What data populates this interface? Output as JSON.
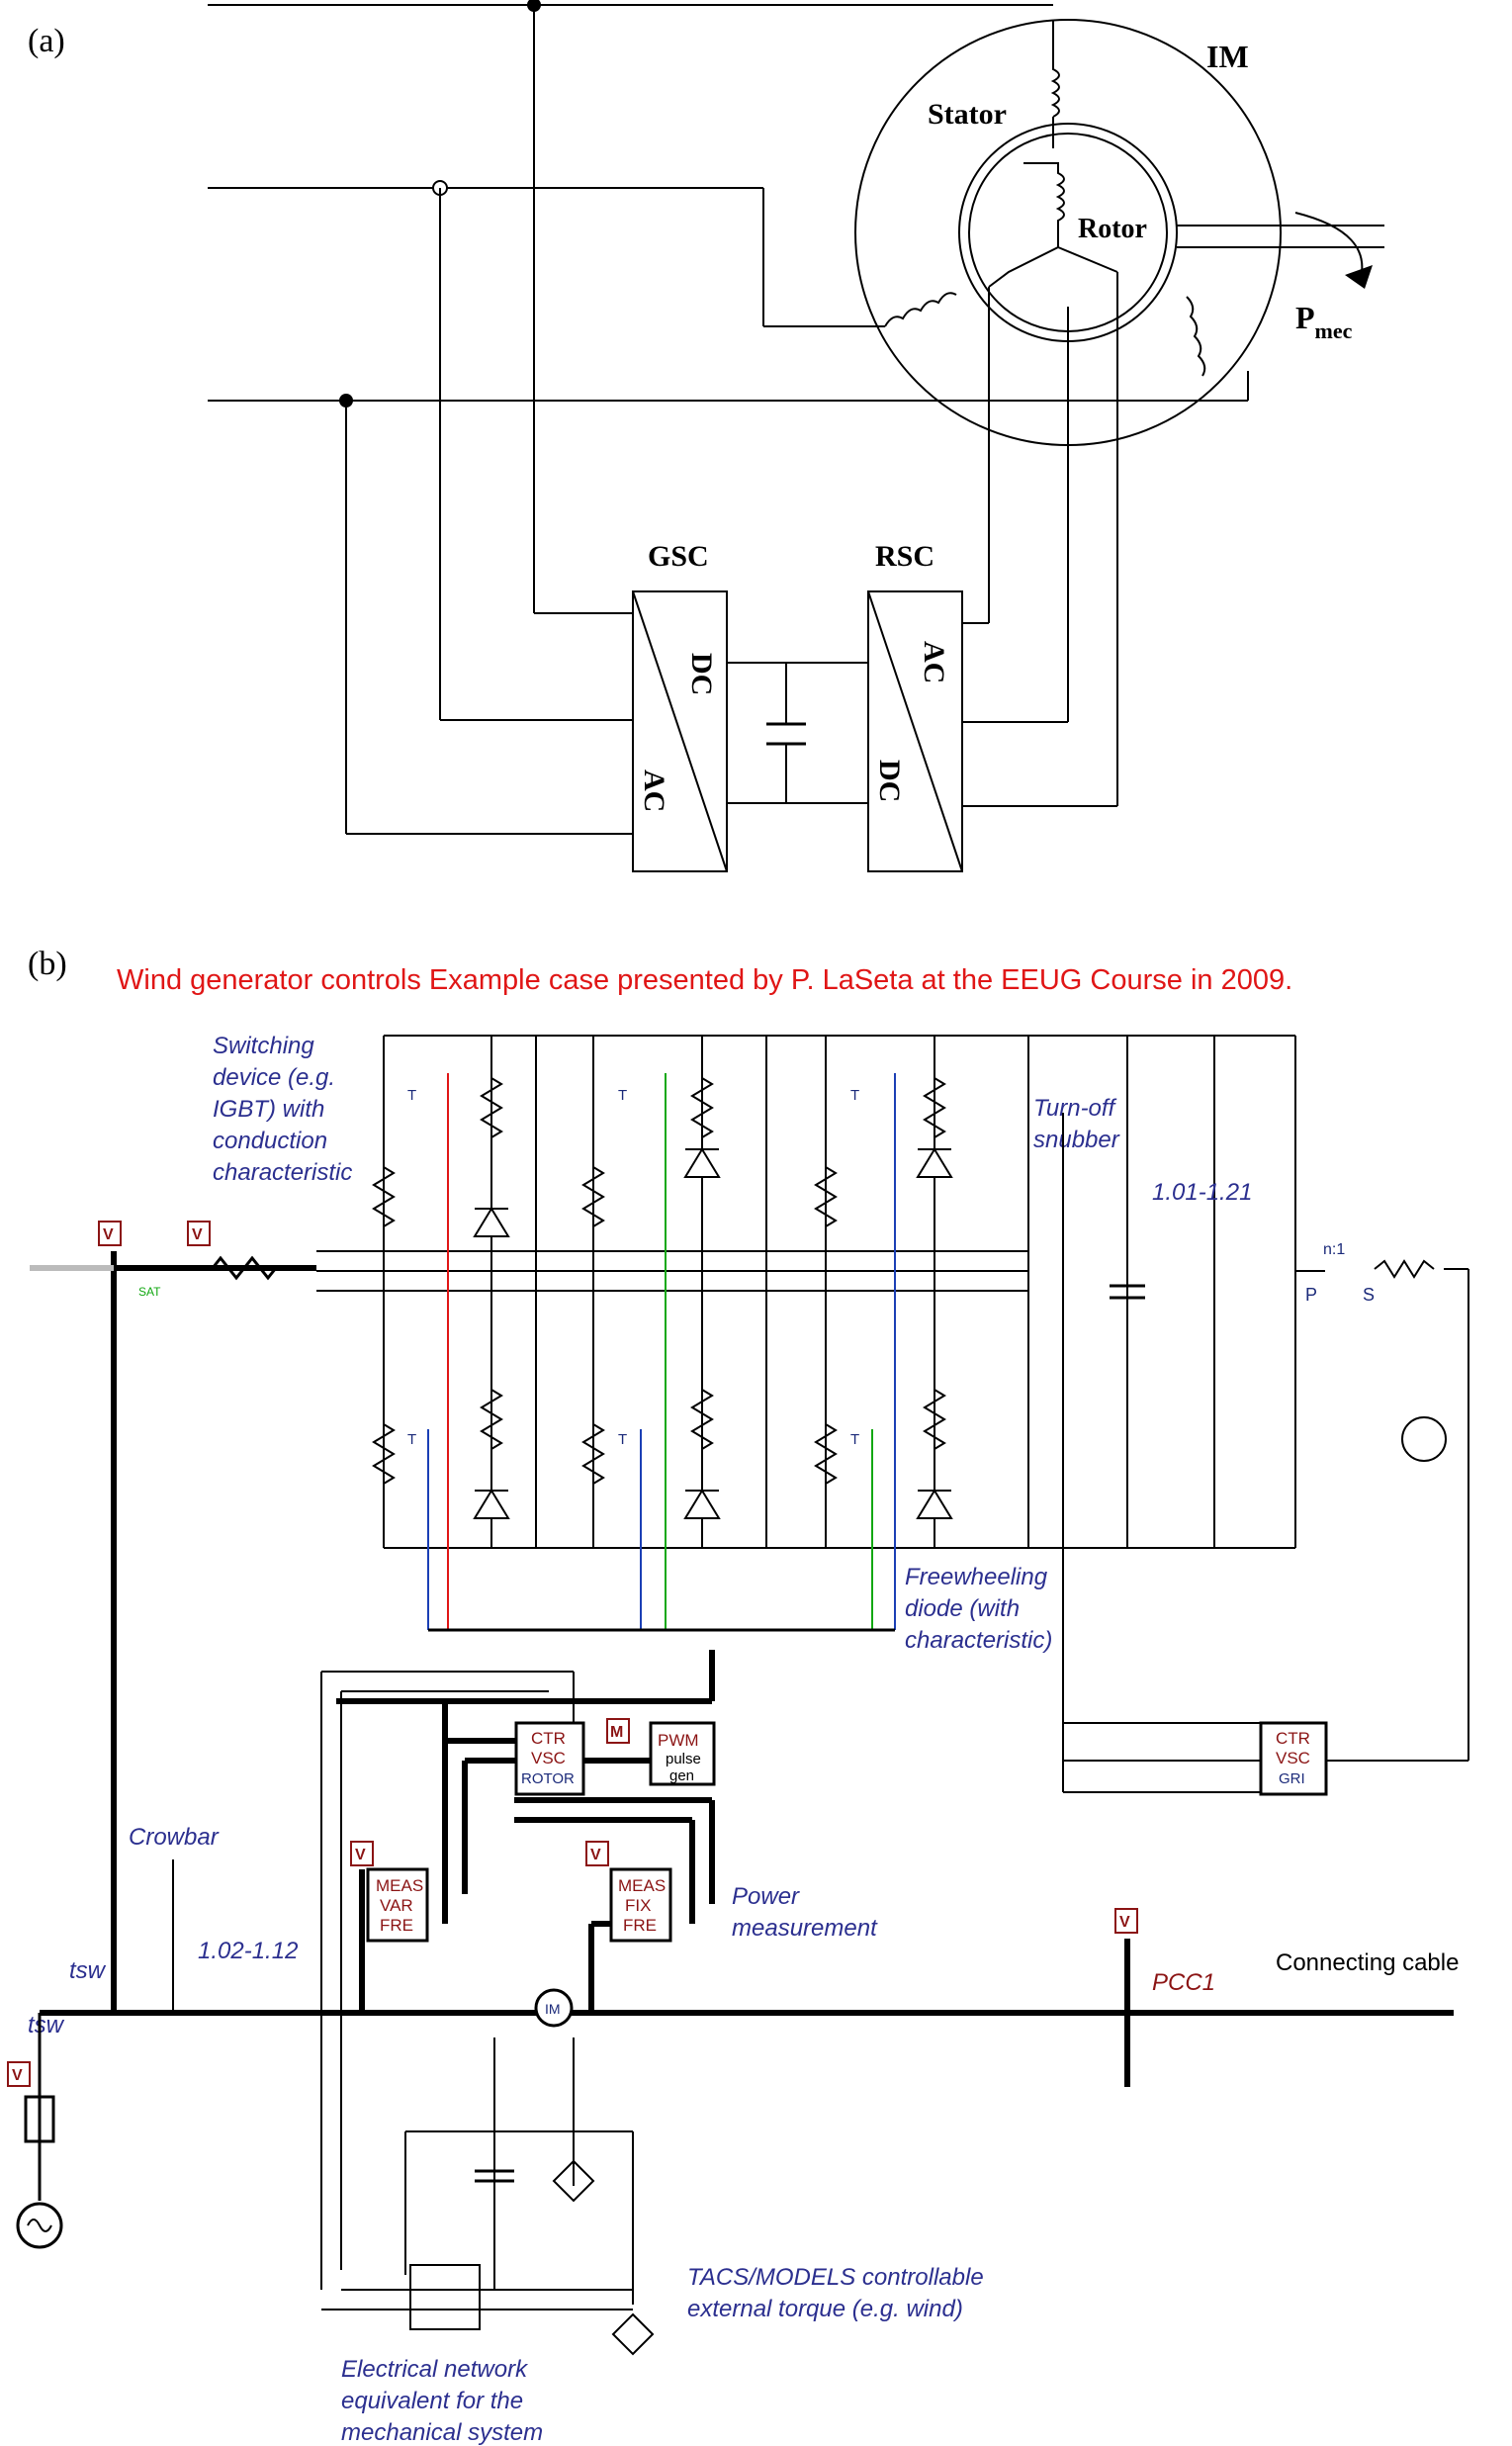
{
  "panel_a": {
    "label": "(a)",
    "im": "IM",
    "stator": "Stator",
    "rotor": "Rotor",
    "pmec_main": "P",
    "pmec_sub": "mec",
    "gsc": "GSC",
    "rsc": "RSC",
    "gsc_top": "DC",
    "gsc_bottom": "AC",
    "rsc_top": "AC",
    "rsc_bottom": "DC"
  },
  "panel_b": {
    "label": "(b)",
    "title": "Wind generator controls Example case presented by P. LaSeta at the EEUG Course in 2009.",
    "notes": {
      "switching": [
        "Switching",
        "device (e.g.",
        "IGBT) with",
        "conduction",
        "characteristic"
      ],
      "turnoff": [
        "Turn-off",
        "snubber"
      ],
      "freewheel": [
        "Freewheeling",
        "diode (with",
        "characteristic)"
      ],
      "crowbar": "Crowbar",
      "power": [
        "Power",
        "measurement"
      ],
      "tacs": [
        "TACS/MODELS controllable",
        "external torque (e.g. wind)"
      ],
      "elec": [
        "Electrical network",
        "equivalent for the",
        "mechanical system"
      ]
    },
    "labels": {
      "tap1": "1.01-1.21",
      "tap2": "1.02-1.12",
      "tsw1": "tsw",
      "tsw2": "tsw",
      "pcc": "PCC1",
      "cable": "Connecting cable",
      "n1": "n:1",
      "p": "P",
      "s": "S",
      "sat": "SAT",
      "im": "IM",
      "v": "V",
      "m": "M",
      "t": "T"
    },
    "blocks": {
      "ctr_rotor": [
        "CTR",
        "VSC",
        "ROTOR"
      ],
      "ctr_gri": [
        "CTR",
        "VSC",
        "GRI"
      ],
      "pwm": [
        "PWM",
        "pulse",
        "gen"
      ],
      "meas_var": [
        "MEAS",
        "VAR",
        "FRE"
      ],
      "meas_fix": [
        "MEAS",
        "FIX",
        "FRE"
      ]
    }
  }
}
